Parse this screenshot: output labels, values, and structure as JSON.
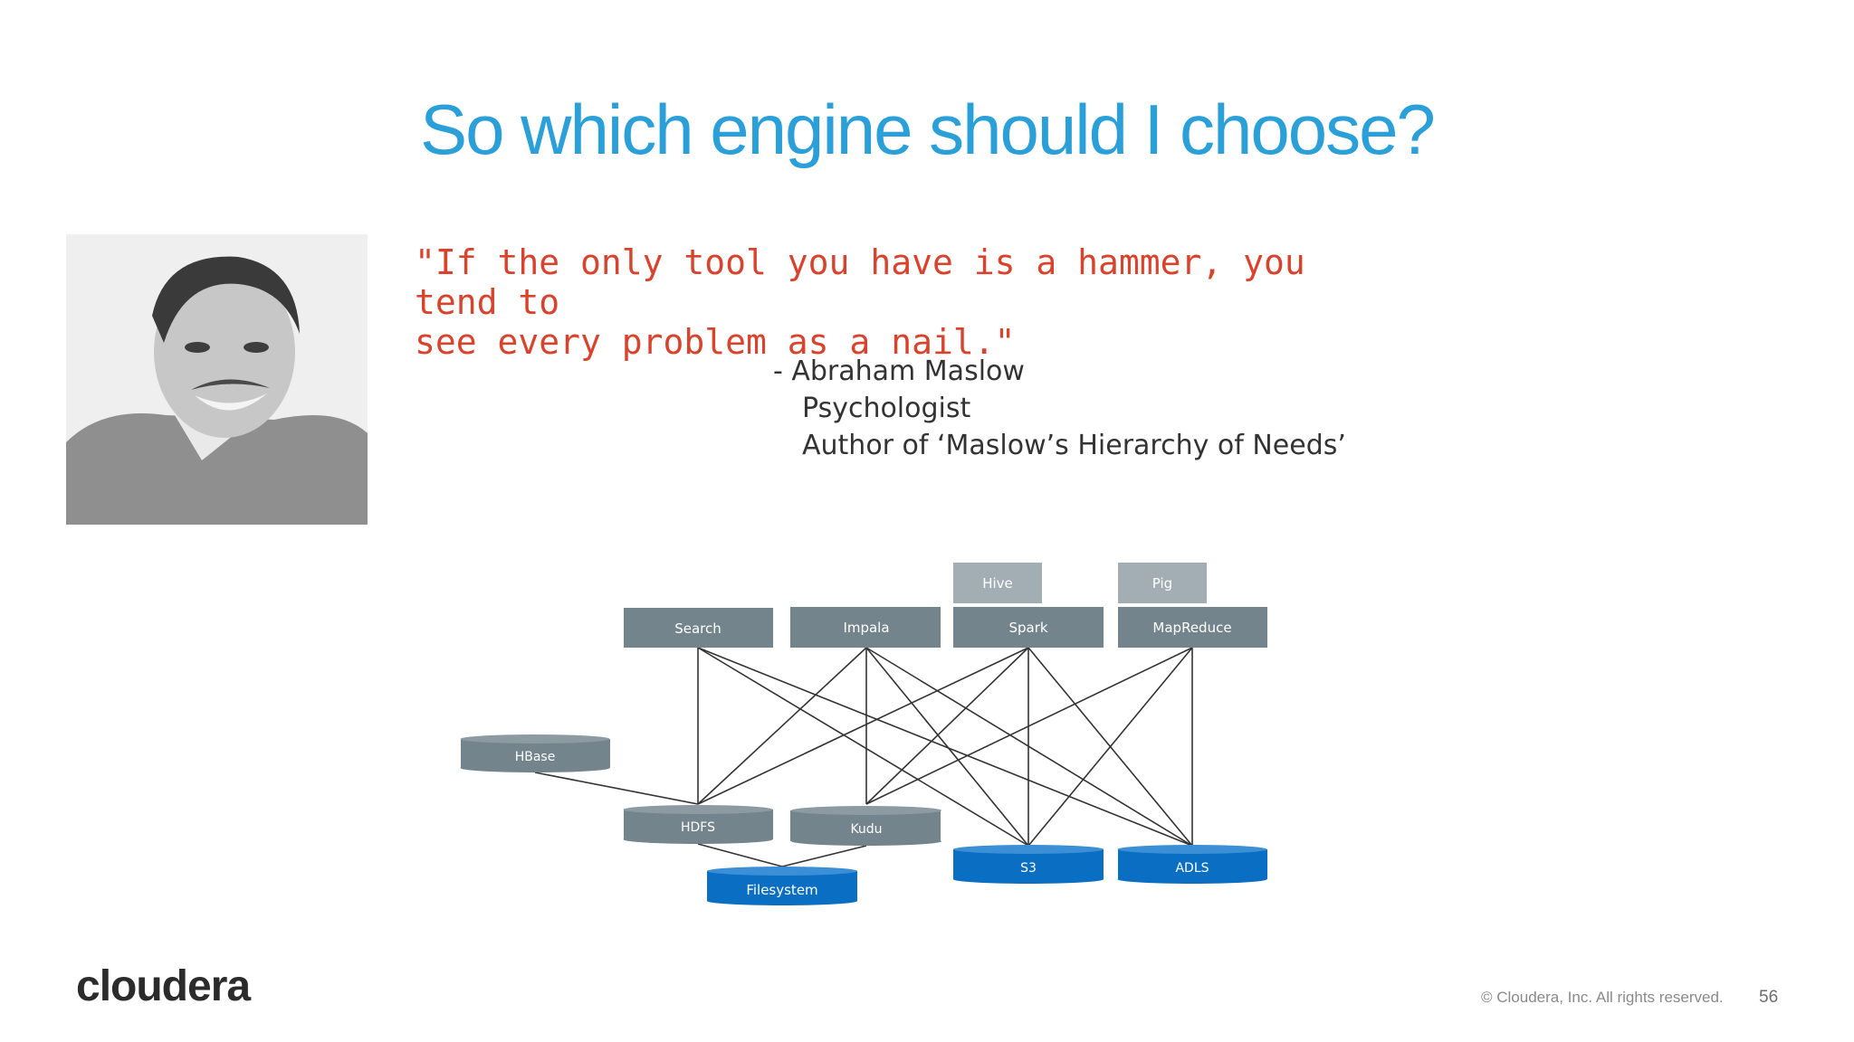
{
  "slide": {
    "title": "So which engine should I choose?",
    "quote_line1": "\"If the only tool you have is a hammer, you tend to",
    "quote_line2": "see every problem as a nail.\"",
    "attribution": {
      "name": "- Abraham Maslow",
      "role": "Psychologist",
      "work": "Author of ‘Maslow’s Hierarchy of Needs’"
    },
    "photo_icon": "portrait-photo"
  },
  "diagram": {
    "engines_top": [
      "Hive",
      "Pig"
    ],
    "engines": [
      "Search",
      "Impala",
      "Spark",
      "MapReduce"
    ],
    "storage_gray": [
      "HBase",
      "HDFS",
      "Kudu"
    ],
    "storage_blue": [
      "S3",
      "ADLS",
      "Filesystem"
    ],
    "colors": {
      "engine_box": "#73848d",
      "top_box": "#a3aeb4",
      "storage_gray": "#73848d",
      "storage_blue": "#0a6fc2",
      "line": "#333333"
    }
  },
  "footer": {
    "logo": "cloudera",
    "copyright": "© Cloudera, Inc. All rights reserved.",
    "page_number": "56"
  }
}
